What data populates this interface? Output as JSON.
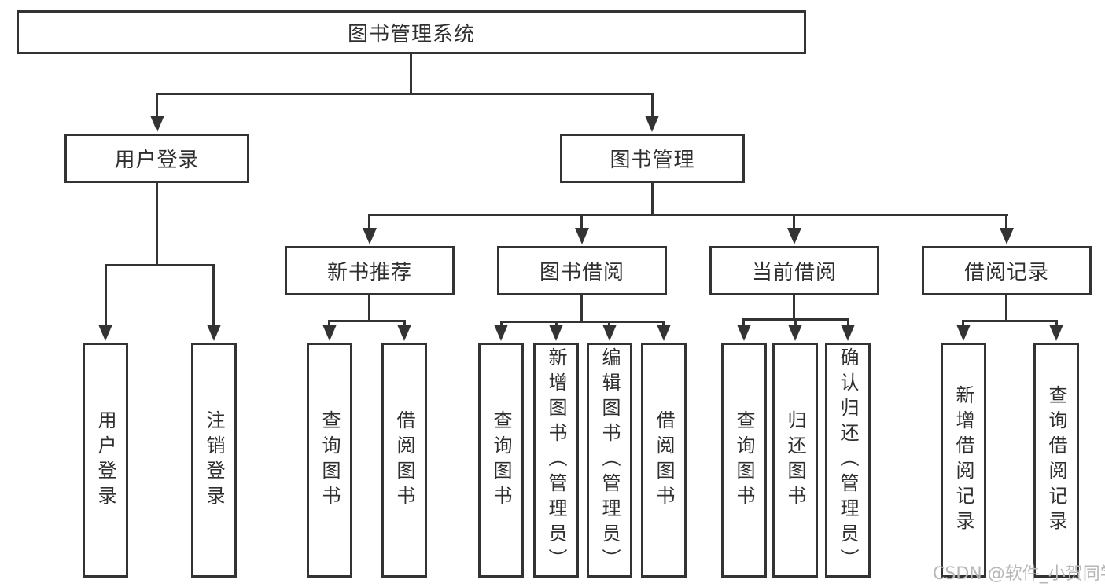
{
  "diagram_type": "hierarchy",
  "root": {
    "label": "图书管理系统",
    "children": [
      {
        "label": "用户登录",
        "children": [
          {
            "label": "用户登录"
          },
          {
            "label": "注销登录"
          }
        ]
      },
      {
        "label": "图书管理",
        "children": [
          {
            "label": "新书推荐",
            "children": [
              {
                "label": "查询图书"
              },
              {
                "label": "借阅图书"
              }
            ]
          },
          {
            "label": "图书借阅",
            "children": [
              {
                "label": "查询图书"
              },
              {
                "label": "新增图书（管理员）"
              },
              {
                "label": "编辑图书（管理员）"
              },
              {
                "label": "借阅图书"
              }
            ]
          },
          {
            "label": "当前借阅",
            "children": [
              {
                "label": "查询图书"
              },
              {
                "label": "归还图书"
              },
              {
                "label": "确认归还（管理员）"
              }
            ]
          },
          {
            "label": "借阅记录",
            "children": [
              {
                "label": "新增借阅记录"
              },
              {
                "label": "查询借阅记录"
              }
            ]
          }
        ]
      }
    ]
  },
  "watermark": {
    "text": "CSDN @软件_小贺同学"
  },
  "colors": {
    "line": "#333333",
    "text": "#2f2f2f",
    "box_background": "#ffffff",
    "watermark": "#b7b7b7",
    "background": "#ffffff"
  }
}
